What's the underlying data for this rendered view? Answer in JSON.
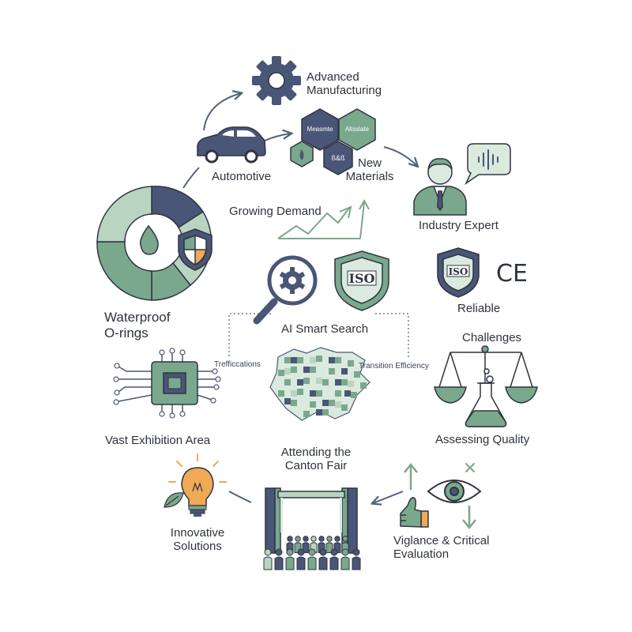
{
  "labels": {
    "advanced_manufacturing": "Advanced\nManufacturing",
    "automotive": "Automotive",
    "new_materials": "New\nMaterials",
    "hex_1": "Measmte",
    "hex_2": "Altsslate",
    "hex_3": "ß&ß",
    "industry_expert": "Industry Expert",
    "growing_demand": "Growing Demand",
    "waterproof_orings": "Waterproof\nO-rings",
    "ai_smart_search": "AI Smart Search",
    "iso_badge": "ISO",
    "reliable_iso": "ISO",
    "ce_mark": "CE",
    "reliable": "Reliable",
    "challenges": "Challenges",
    "trefficcations": "Trefficcations",
    "transition_efficiency": "Transition Efficiency",
    "vast_exhibition_area": "Vast Exhibition Area",
    "assessing_quality": "Assessing Quality",
    "attending_canton_fair": "Attending the\nCanton Fair",
    "innovative_solutions": "Innovative\nSolutions",
    "vigilance_evaluation": "Viglance & Critical\nEvaluation"
  },
  "colors": {
    "navy": "#4a5677",
    "green": "#7aa88d",
    "light_green": "#b9d5c2",
    "pale_green": "#dbeadf",
    "orange": "#f0a955",
    "outline": "#2f3440"
  },
  "icons": [
    "gear-icon",
    "car-icon",
    "hexagon-icon",
    "expert-icon",
    "speech-bubble-icon",
    "trend-arrow-icon",
    "donut-icon",
    "water-drop-icon",
    "shield-icon",
    "magnifier-icon",
    "iso-shield-icon",
    "ce-mark-icon",
    "chip-icon",
    "map-icon",
    "scales-icon",
    "flask-icon",
    "lightbulb-icon",
    "leaf-icon",
    "gate-icon",
    "crowd-icon",
    "eye-icon",
    "thumbs-up-icon",
    "arrow-up-icon",
    "arrow-down-icon",
    "x-icon"
  ]
}
